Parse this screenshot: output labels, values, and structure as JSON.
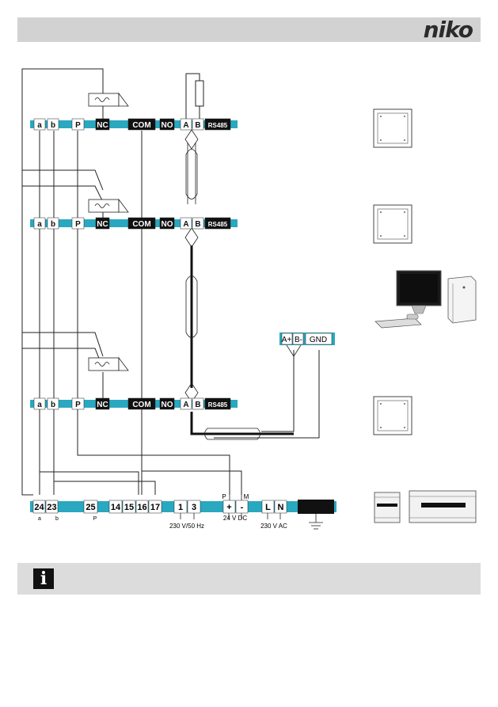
{
  "header": {
    "logo": "niko"
  },
  "module": {
    "labels": [
      "a",
      "b",
      "P",
      "NC",
      "COM",
      "NO",
      "A",
      "B",
      "RS485"
    ]
  },
  "converter": {
    "labels": [
      "A+",
      "B-",
      "GND"
    ]
  },
  "power_unit": {
    "terminals": [
      "24",
      "23",
      "25",
      "14",
      "15",
      "16",
      "17",
      "1",
      "3",
      "+",
      "-",
      "L",
      "N"
    ],
    "sub_a": "a",
    "sub_b": "b",
    "sub_p": "P",
    "label_230v50": "230 V/50 Hz",
    "label_24vdc": "24 V DC",
    "label_230vac": "230 V AC",
    "label_p": "P",
    "label_m": "M"
  },
  "info": {
    "icon": "info-icon"
  },
  "colors": {
    "rail": "#29a8c0",
    "header": "#d2d2d2",
    "info_bar": "#dcdcdc",
    "black_box": "#111111"
  }
}
